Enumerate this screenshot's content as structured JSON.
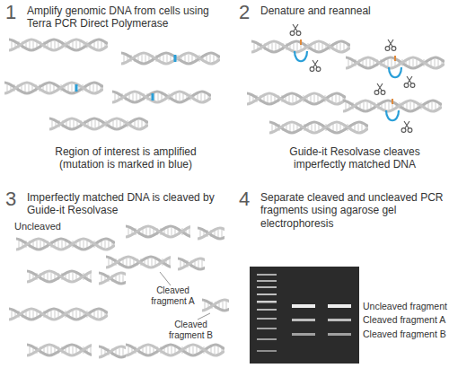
{
  "diagram": {
    "labels": [
      "1",
      "Amplify genomic DNA from cells using Terra PCR Direct Polymerase",
      "Region of interest is amplified (mutation is marked in blue)",
      "2",
      "Denature and reanneal",
      "Guide-it Resolvase cleaves imperfectly matched DNA",
      "3",
      "Imperfectly matched DNA is cleaved by Guide-it Resolvase",
      "Uncleaved",
      "Cleaved fragment A",
      "Cleaved fragment B",
      "4",
      "Separate cleaved and uncleaved PCR fragments using agarose gel electrophoresis",
      "Uncleaved fragment",
      "Cleaved fragment A",
      "Cleaved fragment B"
    ]
  }
}
